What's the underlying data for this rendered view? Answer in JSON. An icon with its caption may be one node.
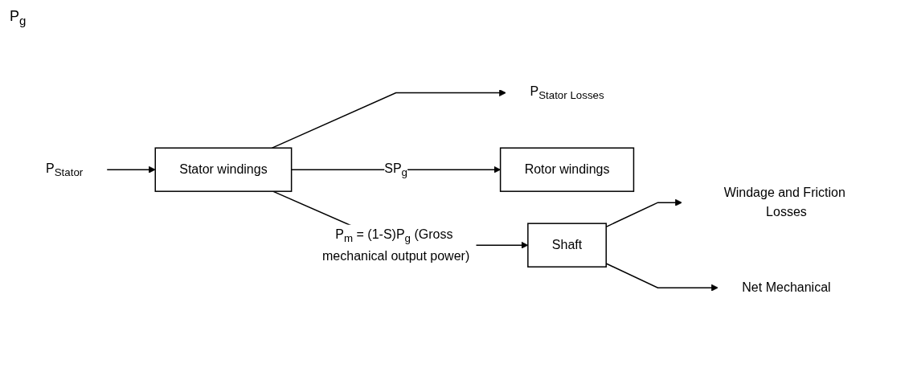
{
  "diagram": {
    "nodes": [
      {
        "text": [
          "P$_{Stator}$"
        ]
      },
      {
        "text": [
          "Stator windings"
        ]
      },
      {
        "text": [
          "P$_{Stator Losses}$"
        ]
      },
      {
        "text": [
          "Rotor windings"
        ]
      },
      {
        "text": [
          "Shaft"
        ]
      },
      {
        "text": [
          "Windage and Friction Losses"
        ]
      },
      {
        "text": [
          "Net Mechanical"
        ]
      }
    ],
    "edges": [
      {
        "from": 0,
        "to": 1,
        "arrow": "to"
      },
      {
        "from": 1,
        "to": 2,
        "arrow": "to"
      },
      {
        "from": 1,
        "to": 3,
        "arrow": "to",
        "label": "SP$_{g}$"
      },
      {
        "from": 1,
        "to": 4,
        "arrow": "to",
        "label": "P$_{m}$ = (1-S)P$_{g}$ (Gross mechanical output power)"
      },
      {
        "from": 4,
        "to": 5,
        "arrow": "to"
      },
      {
        "from": 4,
        "to": 6,
        "arrow": "to"
      }
    ],
    "labels": [
      "P$_{g}$"
    ]
  }
}
